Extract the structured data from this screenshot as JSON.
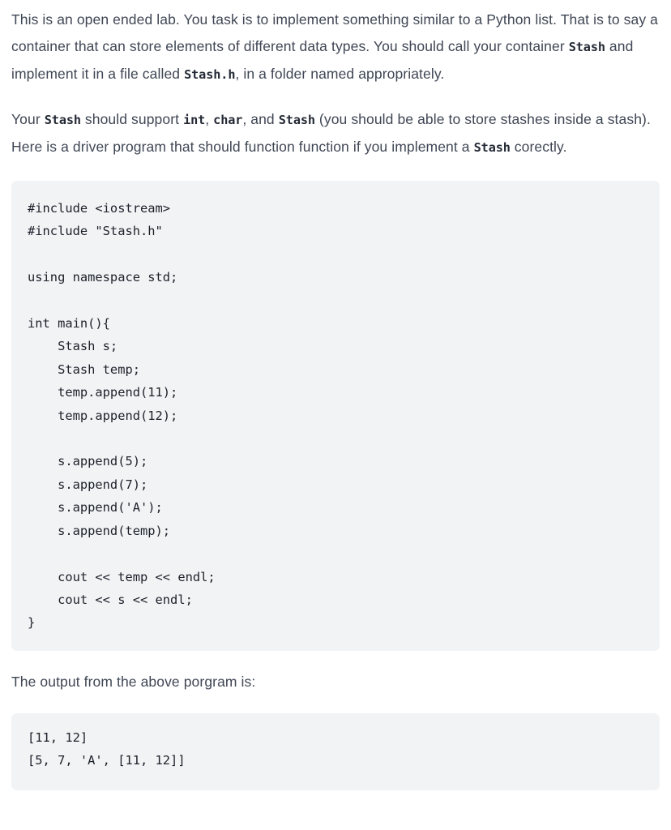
{
  "document": {
    "paragraph_1": {
      "segments": [
        {
          "type": "text",
          "value": "This is an open ended lab. You task is to implement something similar to a Python list. That is to say a container that can store elements of different data types. You should call your container "
        },
        {
          "type": "code",
          "value": "Stash"
        },
        {
          "type": "text",
          "value": " and implement it in a file called "
        },
        {
          "type": "code",
          "value": "Stash.h"
        },
        {
          "type": "text",
          "value": ", in a folder named appropriately."
        }
      ],
      "part_a": "This is an open ended lab. You task is to implement something similar to a Python list. That is to say a container that can store elements of different data types. You should call your container ",
      "code_1": "Stash",
      "part_b": " and implement it in a file called ",
      "code_2": "Stash.h",
      "part_c": ", in a folder named appropriately."
    },
    "paragraph_2": {
      "part_a": "Your ",
      "code_1": "Stash",
      "part_b": " should support ",
      "code_2": "int",
      "part_c": ", ",
      "code_3": "char",
      "part_d": ", and ",
      "code_4": "Stash",
      "part_e": " (you should be able to store stashes inside a stash). Here is a driver program that should function function if you implement a ",
      "code_5": "Stash",
      "part_f": " corectly."
    },
    "code_block": "#include <iostream>\n#include \"Stash.h\"\n\nusing namespace std;\n\nint main(){\n    Stash s;\n    Stash temp;\n    temp.append(11);\n    temp.append(12);\n\n    s.append(5);\n    s.append(7);\n    s.append('A');\n    s.append(temp);\n\n    cout << temp << endl;\n    cout << s << endl;\n}",
    "output_caption": "The output from the above porgram is:",
    "output_block": "[11, 12]\n[5, 7, 'A', [11, 12]]"
  },
  "colors": {
    "body_text": "#3f4654",
    "code_text": "#1c2129",
    "code_background": "#f2f3f5",
    "page_background": "#ffffff"
  }
}
